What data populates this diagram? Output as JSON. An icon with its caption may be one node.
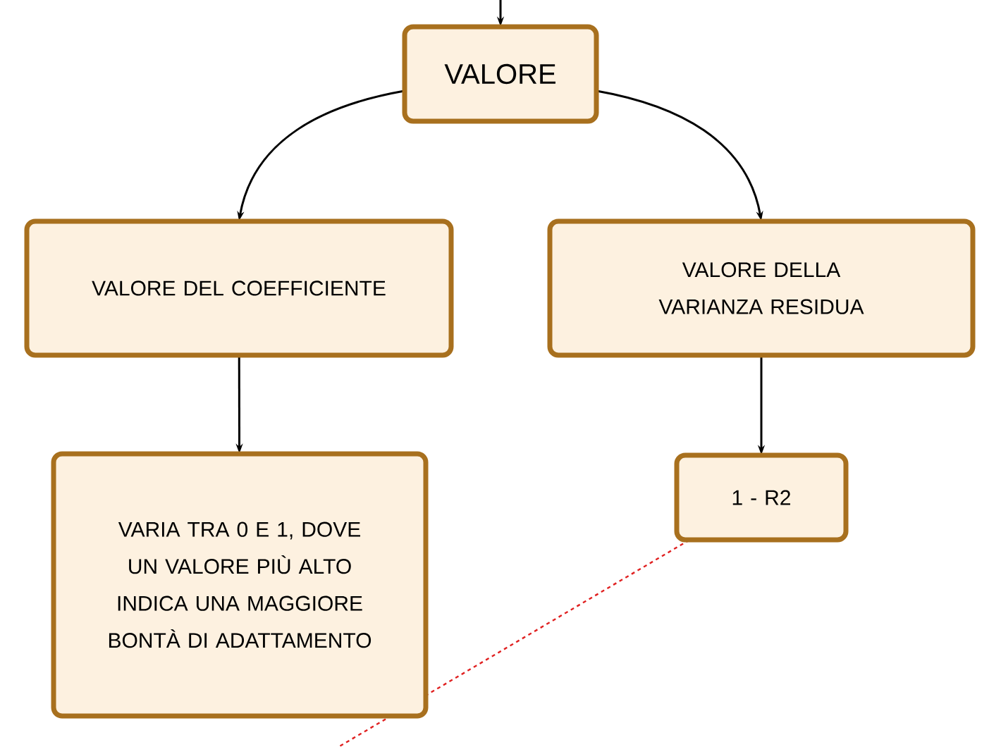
{
  "diagram": {
    "nodes": [
      {
        "text": [
          "VALORE"
        ]
      },
      {
        "text": [
          "VALORE DEL COEFFICIENTE"
        ]
      },
      {
        "text": [
          "VALORE DELLA VARIANZA RESIDUA"
        ]
      },
      {
        "text": [
          "VARIA TRA 0 E 1, DOVE UN VALORE PIÙ ALTO INDICA UNA MAGGIORE BONTÀ DI ADATTAMENTO"
        ]
      },
      {
        "text": [
          "1 - R2"
        ]
      }
    ],
    "edges": [
      {
        "from": null,
        "to": 0,
        "arrow": "to"
      },
      {
        "from": 0,
        "to": 1,
        "arrow": "to"
      },
      {
        "from": 0,
        "to": 2,
        "arrow": "to"
      },
      {
        "from": 1,
        "to": 3,
        "arrow": "to"
      },
      {
        "from": 2,
        "to": 4,
        "arrow": "to"
      },
      {
        "from": 4,
        "to": null,
        "arrow": "none",
        "style": "dashed",
        "color": "#e02020"
      }
    ]
  }
}
